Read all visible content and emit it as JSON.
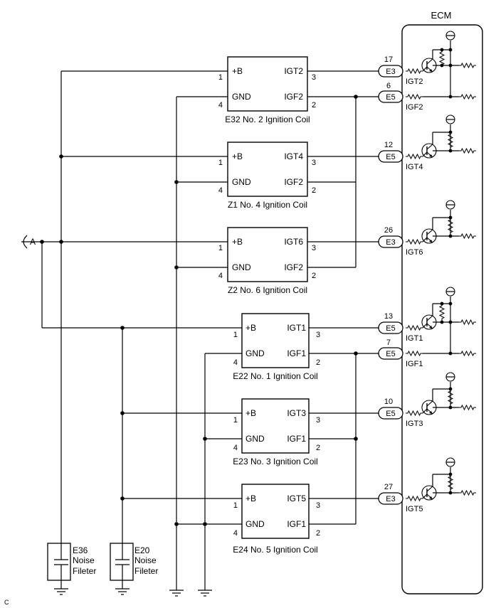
{
  "ecm": {
    "label": "ECM"
  },
  "input": {
    "label": "A"
  },
  "corner_mark": "C",
  "pins": {
    "plus_b": "+B",
    "gnd": "GND"
  },
  "coils": [
    {
      "caption": "E32 No. 2 Ignition Coil",
      "igt_label": "IGT2",
      "igf_label": "IGF2",
      "pin_b": "1",
      "pin_gnd": "4",
      "pin_igt": "3",
      "pin_igf": "2"
    },
    {
      "caption": "Z1 No. 4 Ignition Coil",
      "igt_label": "IGT4",
      "igf_label": "IGF2",
      "pin_b": "1",
      "pin_gnd": "4",
      "pin_igt": "3",
      "pin_igf": "2"
    },
    {
      "caption": "Z2 No. 6 Ignition Coil",
      "igt_label": "IGT6",
      "igf_label": "IGF2",
      "pin_b": "1",
      "pin_gnd": "4",
      "pin_igt": "3",
      "pin_igf": "2"
    },
    {
      "caption": "E22 No. 1 Ignition Coil",
      "igt_label": "IGT1",
      "igf_label": "IGF1",
      "pin_b": "1",
      "pin_gnd": "4",
      "pin_igt": "3",
      "pin_igf": "2"
    },
    {
      "caption": "E23 No. 3 Ignition Coil",
      "igt_label": "IGT3",
      "igf_label": "IGF1",
      "pin_b": "1",
      "pin_gnd": "4",
      "pin_igt": "3",
      "pin_igf": "2"
    },
    {
      "caption": "E24 No. 5 Ignition Coil",
      "igt_label": "IGT5",
      "igf_label": "IGF1",
      "pin_b": "1",
      "pin_gnd": "4",
      "pin_igt": "3",
      "pin_igf": "2"
    }
  ],
  "ecm_terminals": [
    {
      "connector": "E3",
      "pin": "17",
      "signal": "IGT2"
    },
    {
      "connector": "E5",
      "pin": "6",
      "signal": "IGF2"
    },
    {
      "connector": "E5",
      "pin": "12",
      "signal": "IGT4"
    },
    {
      "connector": "E3",
      "pin": "26",
      "signal": "IGT6"
    },
    {
      "connector": "E5",
      "pin": "13",
      "signal": "IGT1"
    },
    {
      "connector": "E5",
      "pin": "7",
      "signal": "IGF1"
    },
    {
      "connector": "E5",
      "pin": "10",
      "signal": "IGT3"
    },
    {
      "connector": "E3",
      "pin": "27",
      "signal": "IGT5"
    }
  ],
  "noise_filters": [
    {
      "id": "E36",
      "line1": "Noise",
      "line2": "Fileter"
    },
    {
      "id": "E20",
      "line1": "Noise",
      "line2": "Fileter"
    }
  ]
}
